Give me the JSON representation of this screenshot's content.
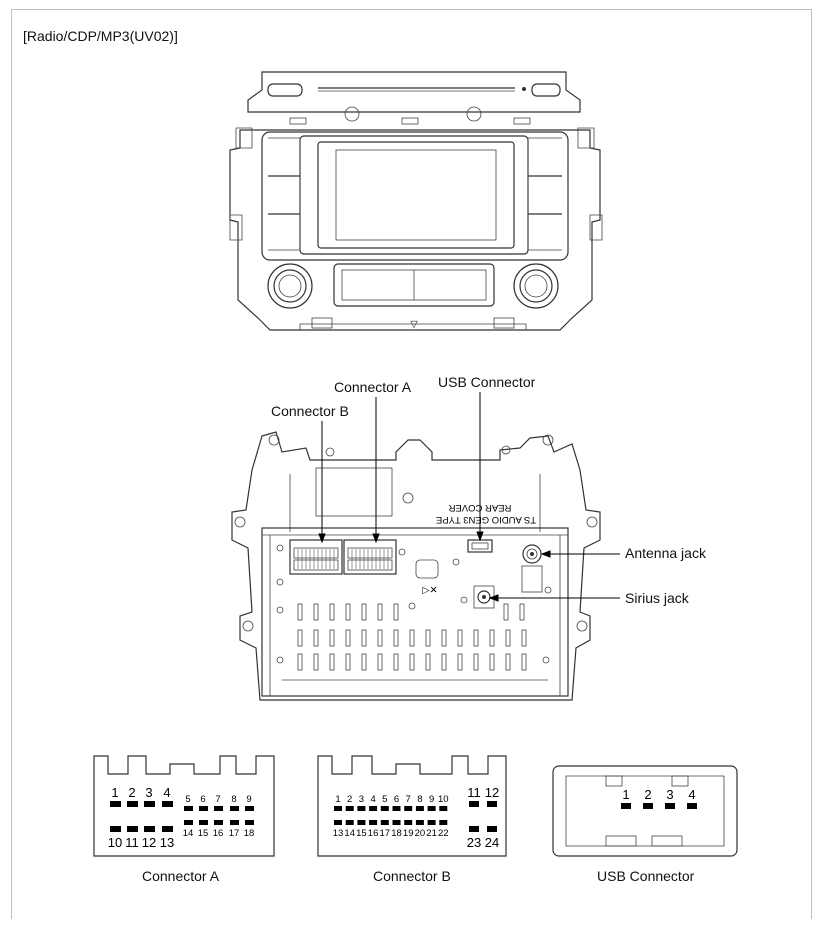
{
  "title": "[Radio/CDP/MP3(UV02)]",
  "callouts": {
    "connector_a": "Connector A",
    "connector_b": "Connector B",
    "usb_connector": "USB Connector",
    "antenna_jack": "Antenna jack",
    "sirius_jack": "Sirius jack"
  },
  "connector_a": {
    "caption": "Connector A",
    "pins_top_large": [
      "1",
      "2",
      "3",
      "4"
    ],
    "pins_top_small": [
      "5",
      "6",
      "7",
      "8",
      "9"
    ],
    "pins_bottom_large": [
      "10",
      "11",
      "12",
      "13"
    ],
    "pins_bottom_small": [
      "14",
      "15",
      "16",
      "17",
      "18"
    ]
  },
  "connector_b": {
    "caption": "Connector B",
    "pins_top_small": [
      "1",
      "2",
      "3",
      "4",
      "5",
      "6",
      "7",
      "8",
      "9",
      "10"
    ],
    "pins_top_large": [
      "11",
      "12"
    ],
    "pins_bottom_small": [
      "13",
      "14",
      "15",
      "16",
      "17",
      "18",
      "19",
      "20",
      "21",
      "22"
    ],
    "pins_bottom_large": [
      "23",
      "24"
    ]
  },
  "usb": {
    "caption": "USB Connector",
    "pins": [
      "1",
      "2",
      "3",
      "4"
    ]
  }
}
